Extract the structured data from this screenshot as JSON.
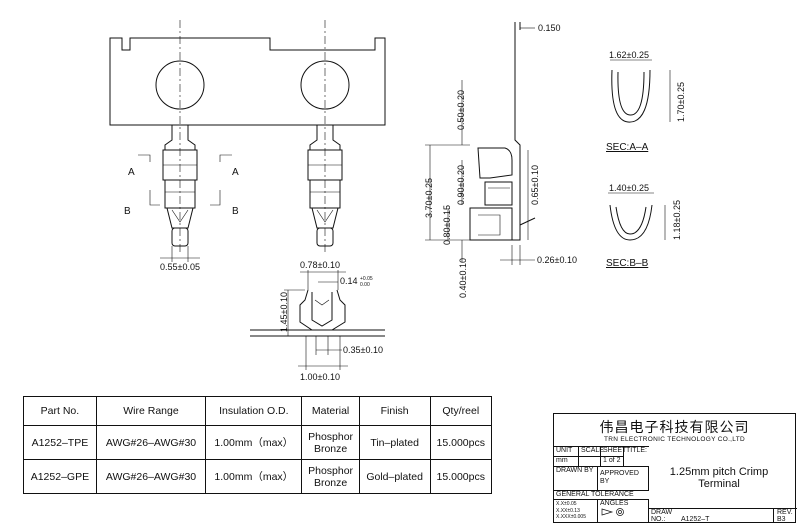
{
  "drawing": {
    "top_view_dims": {
      "width": "0.55±0.05",
      "label_a": "A",
      "label_b": "B"
    },
    "side_view_dims": {
      "thickness": "0.150",
      "d1": "0.50±0.20",
      "d2": "3.70±0.25",
      "d3": "0.90±0.20",
      "d4": "0.65±0.10",
      "d5": "0.80±0.15",
      "d6": "0.40±0.10",
      "d7": "0.26±0.10"
    },
    "front_view_dims": {
      "top": "0.78±0.10",
      "small": "0.14",
      "small_tol_plus": "+0.05",
      "small_tol_minus": "0.00",
      "height": "1.45±0.10",
      "inner": "0.35±0.10",
      "bottom": "1.00±0.10"
    },
    "sections": [
      {
        "name": "SEC:A–A",
        "width": "1.62±0.25",
        "height": "1.70±0.25"
      },
      {
        "name": "SEC:B–B",
        "width": "1.40±0.25",
        "height": "1.18±0.25"
      }
    ]
  },
  "parts_table": {
    "headers": [
      "Part No.",
      "Wire Range",
      "Insulation O.D.",
      "Material",
      "Finish",
      "Qty/reel"
    ],
    "rows": [
      [
        "A1252–TPE",
        "AWG#26–AWG#30",
        "1.00mm（max）",
        "Phosphor\nBronze",
        "Tin–plated",
        "15.000pcs"
      ],
      [
        "A1252–GPE",
        "AWG#26–AWG#30",
        "1.00mm（max）",
        "Phosphor\nBronze",
        "Gold–plated",
        "15.000pcs"
      ]
    ]
  },
  "title_block": {
    "company_cn": "伟昌电子科技有限公司",
    "company_en": "TRN ELECTRONIC TECHNOLOGY CO.,LTD",
    "unit_label": "UNIT",
    "unit_value": "mm",
    "scale_label": "SCALE",
    "sheet_label": "SHEET",
    "sheet_value": "1 of 2",
    "title_label": "TITLE:",
    "drawn_by": "DRAWN BY",
    "approved_by": "APPROVED BY",
    "title_line1": "1.25mm pitch Crimp",
    "title_line2": "Terminal",
    "general_tolerance": "GENERAL TOLERANCE",
    "tol1": "X.X±0.05",
    "tol2": "X.XX±0.13",
    "tol3": "X.XXX±0.005",
    "angles": "ANGLES",
    "draw_no_label": "DRAW NO.:",
    "draw_no": "A1252–T",
    "rev_label": "REV.",
    "rev": "B3"
  }
}
